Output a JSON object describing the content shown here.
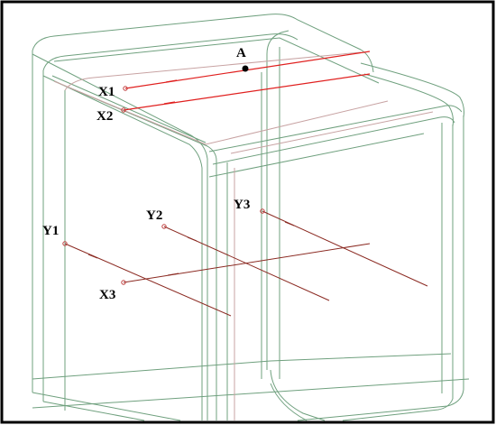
{
  "figure": {
    "colors": {
      "frame_border": "#000000",
      "wireframe": "#6fa07e",
      "wireframe_inner": "#c8a3a3",
      "x_lines_top": "#e0201f",
      "probe_lines": "#8b2a22",
      "probe_dots": "#c04040",
      "point_a": "#000000",
      "label_text": "#000000"
    },
    "point_labels": {
      "a": "A",
      "x1": "X1",
      "x2": "X2",
      "x3": "X3",
      "y1": "Y1",
      "y2": "Y2",
      "y3": "Y3"
    }
  }
}
